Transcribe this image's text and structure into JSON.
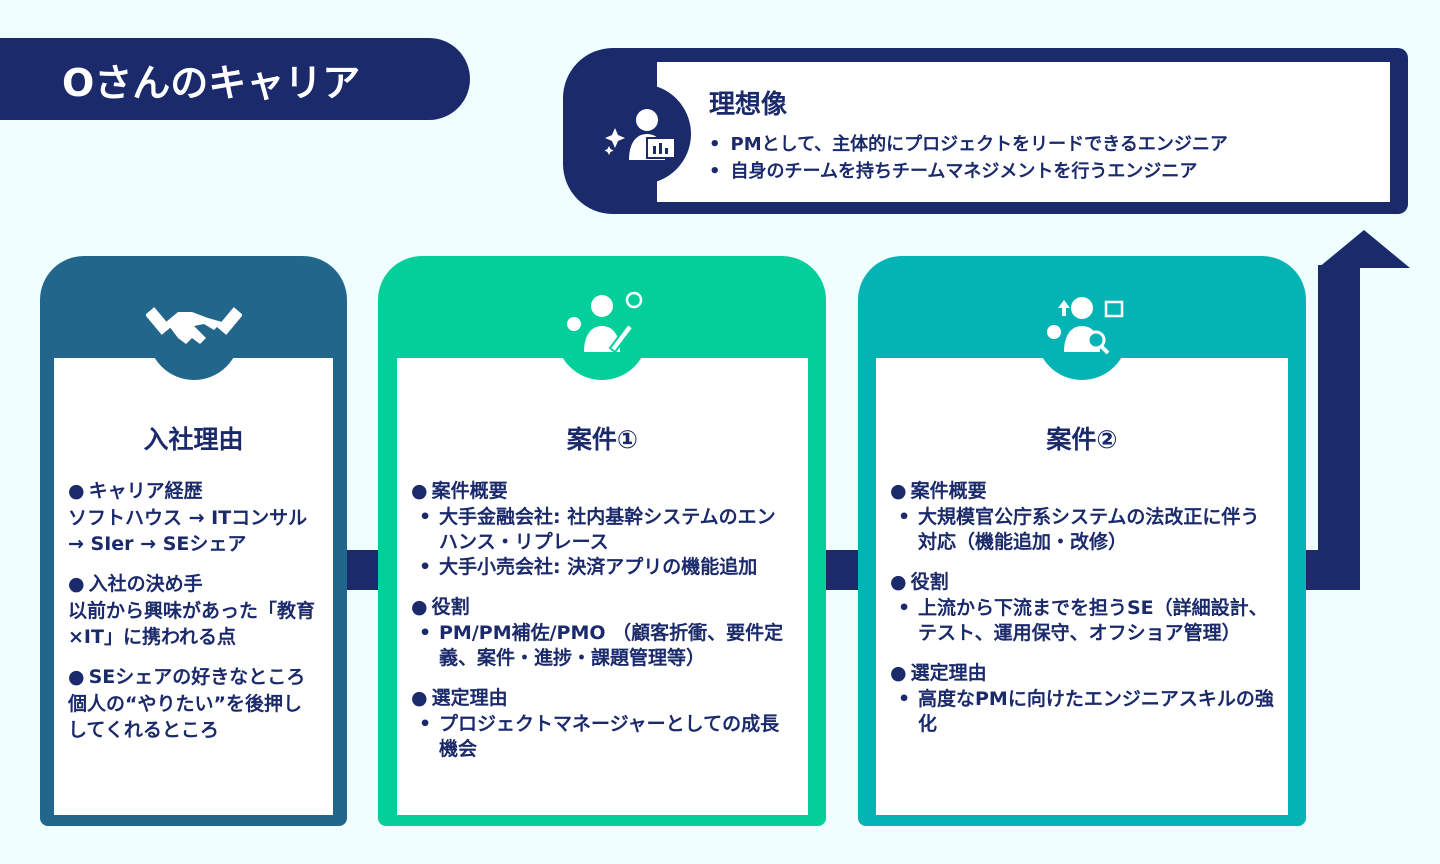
{
  "title": "Oさんのキャリア",
  "ideal": {
    "title": "理想像",
    "items": [
      "PMとして、主体的にプロジェクトをリードできるエンジニア",
      "自身のチームを持ちチームマネジメントを行うエンジニア"
    ]
  },
  "colors": {
    "navy": "#1b2a6b",
    "card1": "#23668c",
    "card2": "#03cf9a",
    "card3": "#04b4b4"
  },
  "cards": [
    {
      "title": "入社理由",
      "icon": "handshake-icon",
      "sections": [
        {
          "heading": "キャリア経歴",
          "text": "ソフトハウス → ITコンサル → SIer → SEシェア"
        },
        {
          "heading": "入社の決め手",
          "text": "以前から興味があった「教育×IT」に携われる点"
        },
        {
          "heading": "SEシェアの好きなところ",
          "text": "個人の“やりたい”を後押ししてくれるところ"
        }
      ]
    },
    {
      "title": "案件①",
      "icon": "engineer-tools-icon",
      "sections": [
        {
          "heading": "案件概要",
          "items": [
            "大手金融会社: 社内基幹システムのエンハンス・リプレース",
            "大手小売会社: 決済アプリの機能追加"
          ]
        },
        {
          "heading": "役割",
          "items": [
            "PM/PM補佐/PMO （顧客折衝、要件定義、案件・進捗・課題管理等）"
          ]
        },
        {
          "heading": "選定理由",
          "items": [
            "プロジェクトマネージャーとしての成長機会"
          ]
        }
      ]
    },
    {
      "title": "案件②",
      "icon": "engineer-search-icon",
      "sections": [
        {
          "heading": "案件概要",
          "items": [
            "大規模官公庁系システムの法改正に伴う対応（機能追加・改修）"
          ]
        },
        {
          "heading": "役割",
          "items": [
            "上流から下流までを担うSE（詳細設計、テスト、運用保守、オフショア管理）"
          ]
        },
        {
          "heading": "選定理由",
          "items": [
            "高度なPMに向けたエンジニアスキルの強化"
          ]
        }
      ]
    }
  ]
}
